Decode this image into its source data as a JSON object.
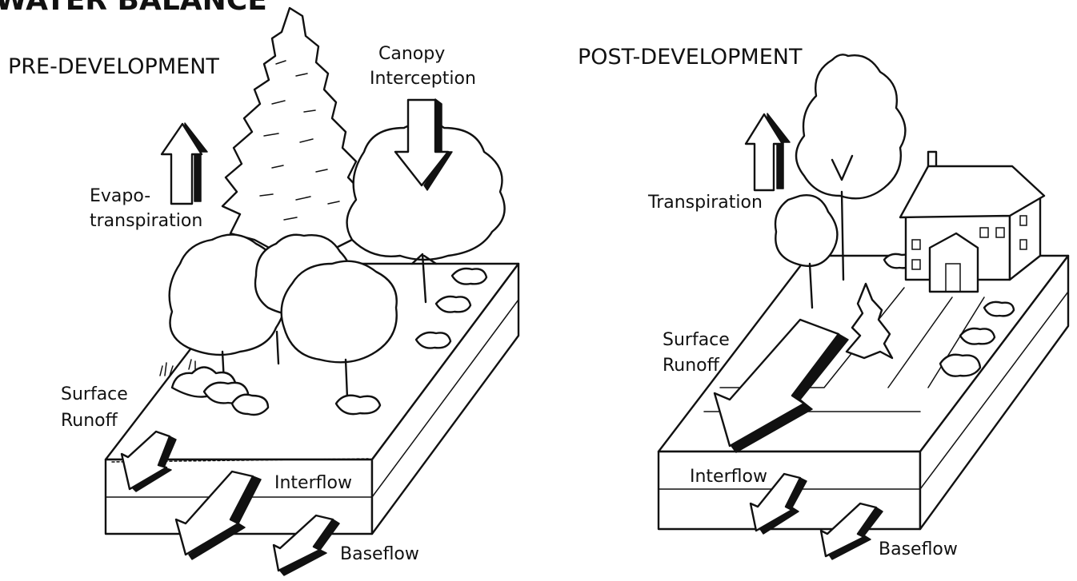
{
  "title": "WATER BALANCE",
  "colors": {
    "ink": "#111111",
    "paper": "#ffffff"
  },
  "pre": {
    "title": "PRE-DEVELOPMENT",
    "labels": {
      "canopy_1": "Canopy",
      "canopy_2": "Interception",
      "evapo_1": "Evapo-",
      "evapo_2": "transpiration",
      "surface_1": "Surface",
      "surface_2": "Runoff",
      "interflow": "Interflow",
      "baseflow": "Baseflow"
    }
  },
  "post": {
    "title": "POST-DEVELOPMENT",
    "labels": {
      "transpiration": "Transpiration",
      "surface_1": "Surface",
      "surface_2": "Runoff",
      "interflow": "Interflow",
      "baseflow": "Baseflow"
    }
  }
}
